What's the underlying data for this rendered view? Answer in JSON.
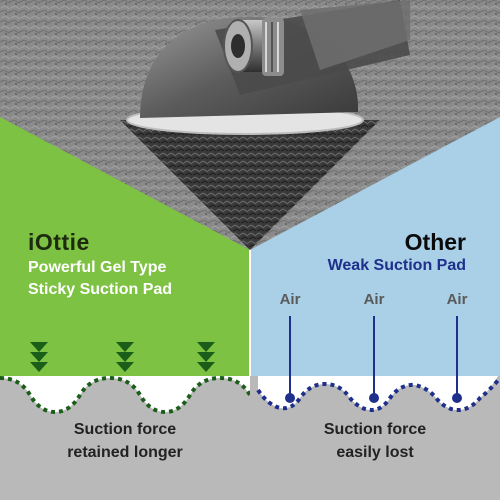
{
  "left_panel": {
    "brand": "iOttie",
    "subtitle_line1": "Powerful Gel Type",
    "subtitle_line2": "Sticky Suction Pad",
    "caption_line1": "Suction force",
    "caption_line2": "retained longer",
    "color": "#7dc242"
  },
  "right_panel": {
    "title": "Other",
    "subtitle": "Weak Suction Pad",
    "air_labels": [
      "Air",
      "Air",
      "Air"
    ],
    "caption_line1": "Suction force",
    "caption_line2": "easily lost",
    "color": "#a9d0e6"
  },
  "colors": {
    "green": "#7dc242",
    "dark_green": "#1a5e1a",
    "light_blue": "#a9d0e6",
    "navy": "#1e2f8c",
    "gray_surface": "#b9b9b9"
  }
}
